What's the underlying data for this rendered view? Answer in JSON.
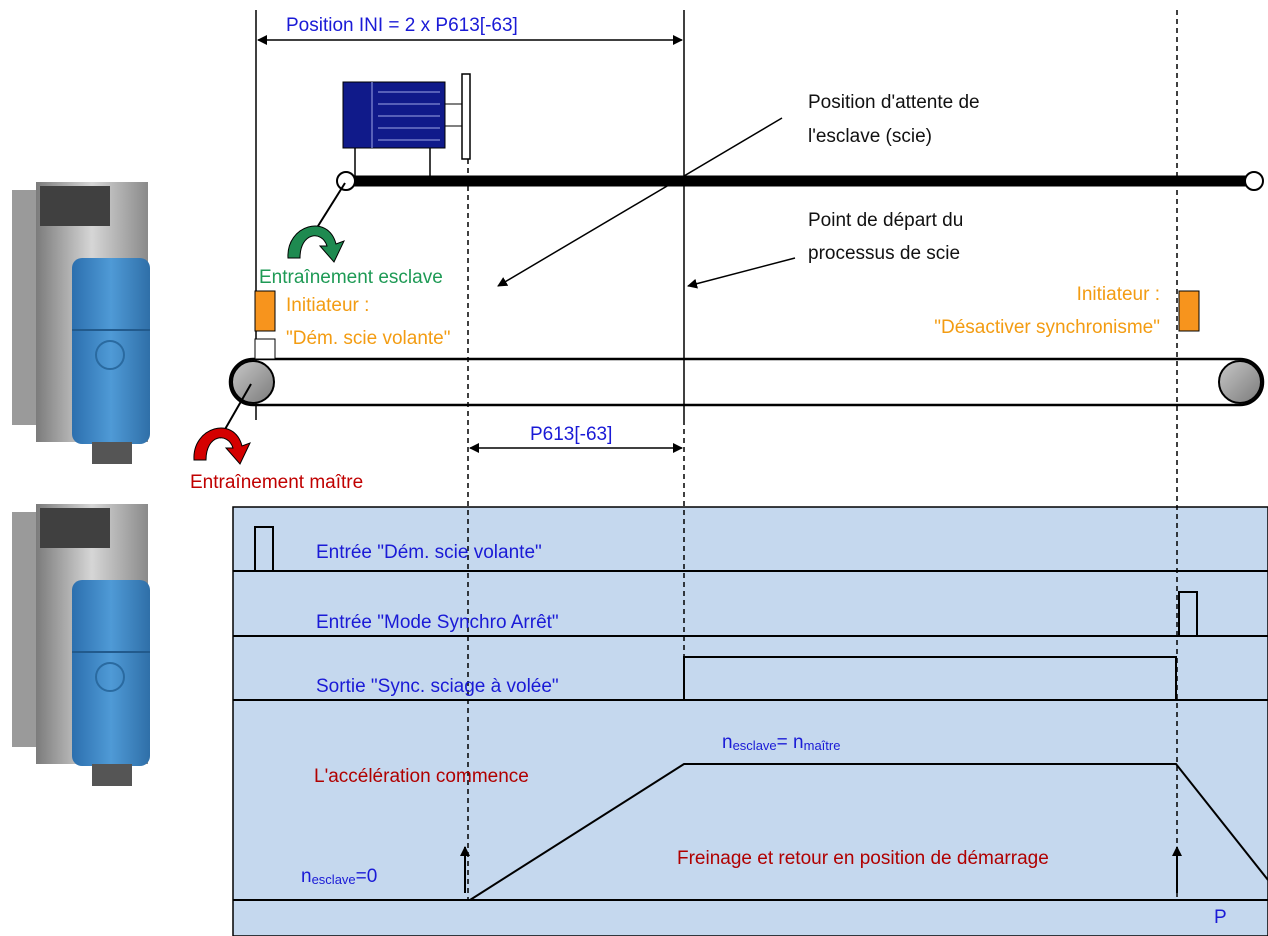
{
  "labels": {
    "position_ini": "Position INI = 2 x P613[-63]",
    "wait_position_line1": "Position d'attente de",
    "wait_position_line2": "l'esclave (scie)",
    "start_point_line1": "Point de départ du",
    "start_point_line2": "processus de scie",
    "slave_drive": "Entraînement esclave",
    "master_drive": "Entraînement maître",
    "initiator_left_title": "Initiateur :",
    "initiator_left_name": "\"Dém. scie volante\"",
    "initiator_right_title": "Initiateur :",
    "initiator_right_name": "\"Désactiver synchronisme\"",
    "p613": "P613[-63]"
  },
  "timing": {
    "row1": "Entrée \"Dém. scie volante\"",
    "row2": "Entrée \"Mode Synchro Arrêt\"",
    "row3": "Sortie \"Sync. sciage à volée\"",
    "n_sync_a": "n",
    "n_sync_a_sub": "esclave",
    "n_sync_eq": "= n",
    "n_sync_b_sub": "maître",
    "accel": "L'accélération commence",
    "n0": "n",
    "n0_sub": "esclave",
    "n0_val": "=0",
    "brake": "Freinage et retour en position de démarrage",
    "axis_p": "P"
  },
  "colors": {
    "panel": "#c5d8ee",
    "text_blue": "#1a1ad6",
    "text_red": "#c00000",
    "text_green": "#1e9a55",
    "text_orange": "#f39c12",
    "motor": "#101a8a",
    "initiator": "#f7941d",
    "drive_blue": "#3d88c8"
  }
}
